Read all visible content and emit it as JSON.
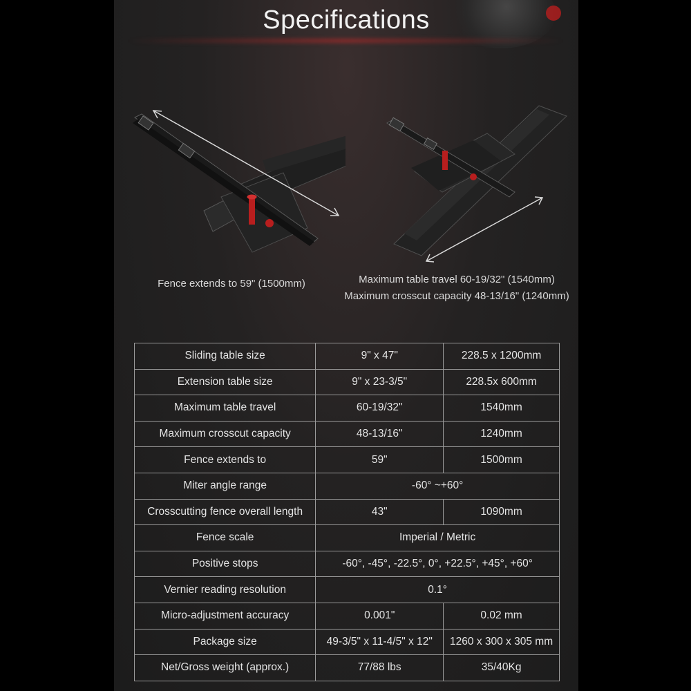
{
  "title": "Specifications",
  "illustrations": [
    {
      "icon": "fence-extension-illustration",
      "caption": "Fence extends to 59\" (1500mm)"
    },
    {
      "icon": "table-travel-illustration",
      "captions": [
        "Maximum table travel 60-19/32\" (1540mm)",
        "Maximum crosscut capacity 48-13/16\" (1240mm)"
      ]
    }
  ],
  "colors": {
    "accent": "#b81e1e",
    "background": "#232222",
    "border": "#9a9a9a"
  },
  "specs": [
    {
      "label": "Sliding table size",
      "imperial": "9\" x 47\"",
      "metric": "228.5 x 1200mm"
    },
    {
      "label": "Extension table size",
      "imperial": "9\" x 23-3/5\"",
      "metric": "228.5x 600mm"
    },
    {
      "label": "Maximum table travel",
      "imperial": "60-19/32\"",
      "metric": "1540mm"
    },
    {
      "label": "Maximum crosscut capacity",
      "imperial": "48-13/16\"",
      "metric": "1240mm"
    },
    {
      "label": "Fence extends to",
      "imperial": "59\"",
      "metric": "1500mm"
    },
    {
      "label": "Miter angle range",
      "value": "-60° ~+60°"
    },
    {
      "label": "Crosscutting fence overall length",
      "imperial": "43\"",
      "metric": "1090mm"
    },
    {
      "label": "Fence scale",
      "value": "Imperial / Metric"
    },
    {
      "label": "Positive stops",
      "value": "-60°, -45°, -22.5°, 0°, +22.5°, +45°, +60°"
    },
    {
      "label": "Vernier reading resolution",
      "value": "0.1°"
    },
    {
      "label": "Micro-adjustment accuracy",
      "imperial": "0.001\"",
      "metric": "0.02 mm"
    },
    {
      "label": "Package size",
      "imperial": "49-3/5\" x 11-4/5\" x 12\"",
      "metric": "1260 x 300 x 305 mm"
    },
    {
      "label": "Net/Gross weight (approx.)",
      "imperial": "77/88 lbs",
      "metric": "35/40Kg"
    }
  ]
}
